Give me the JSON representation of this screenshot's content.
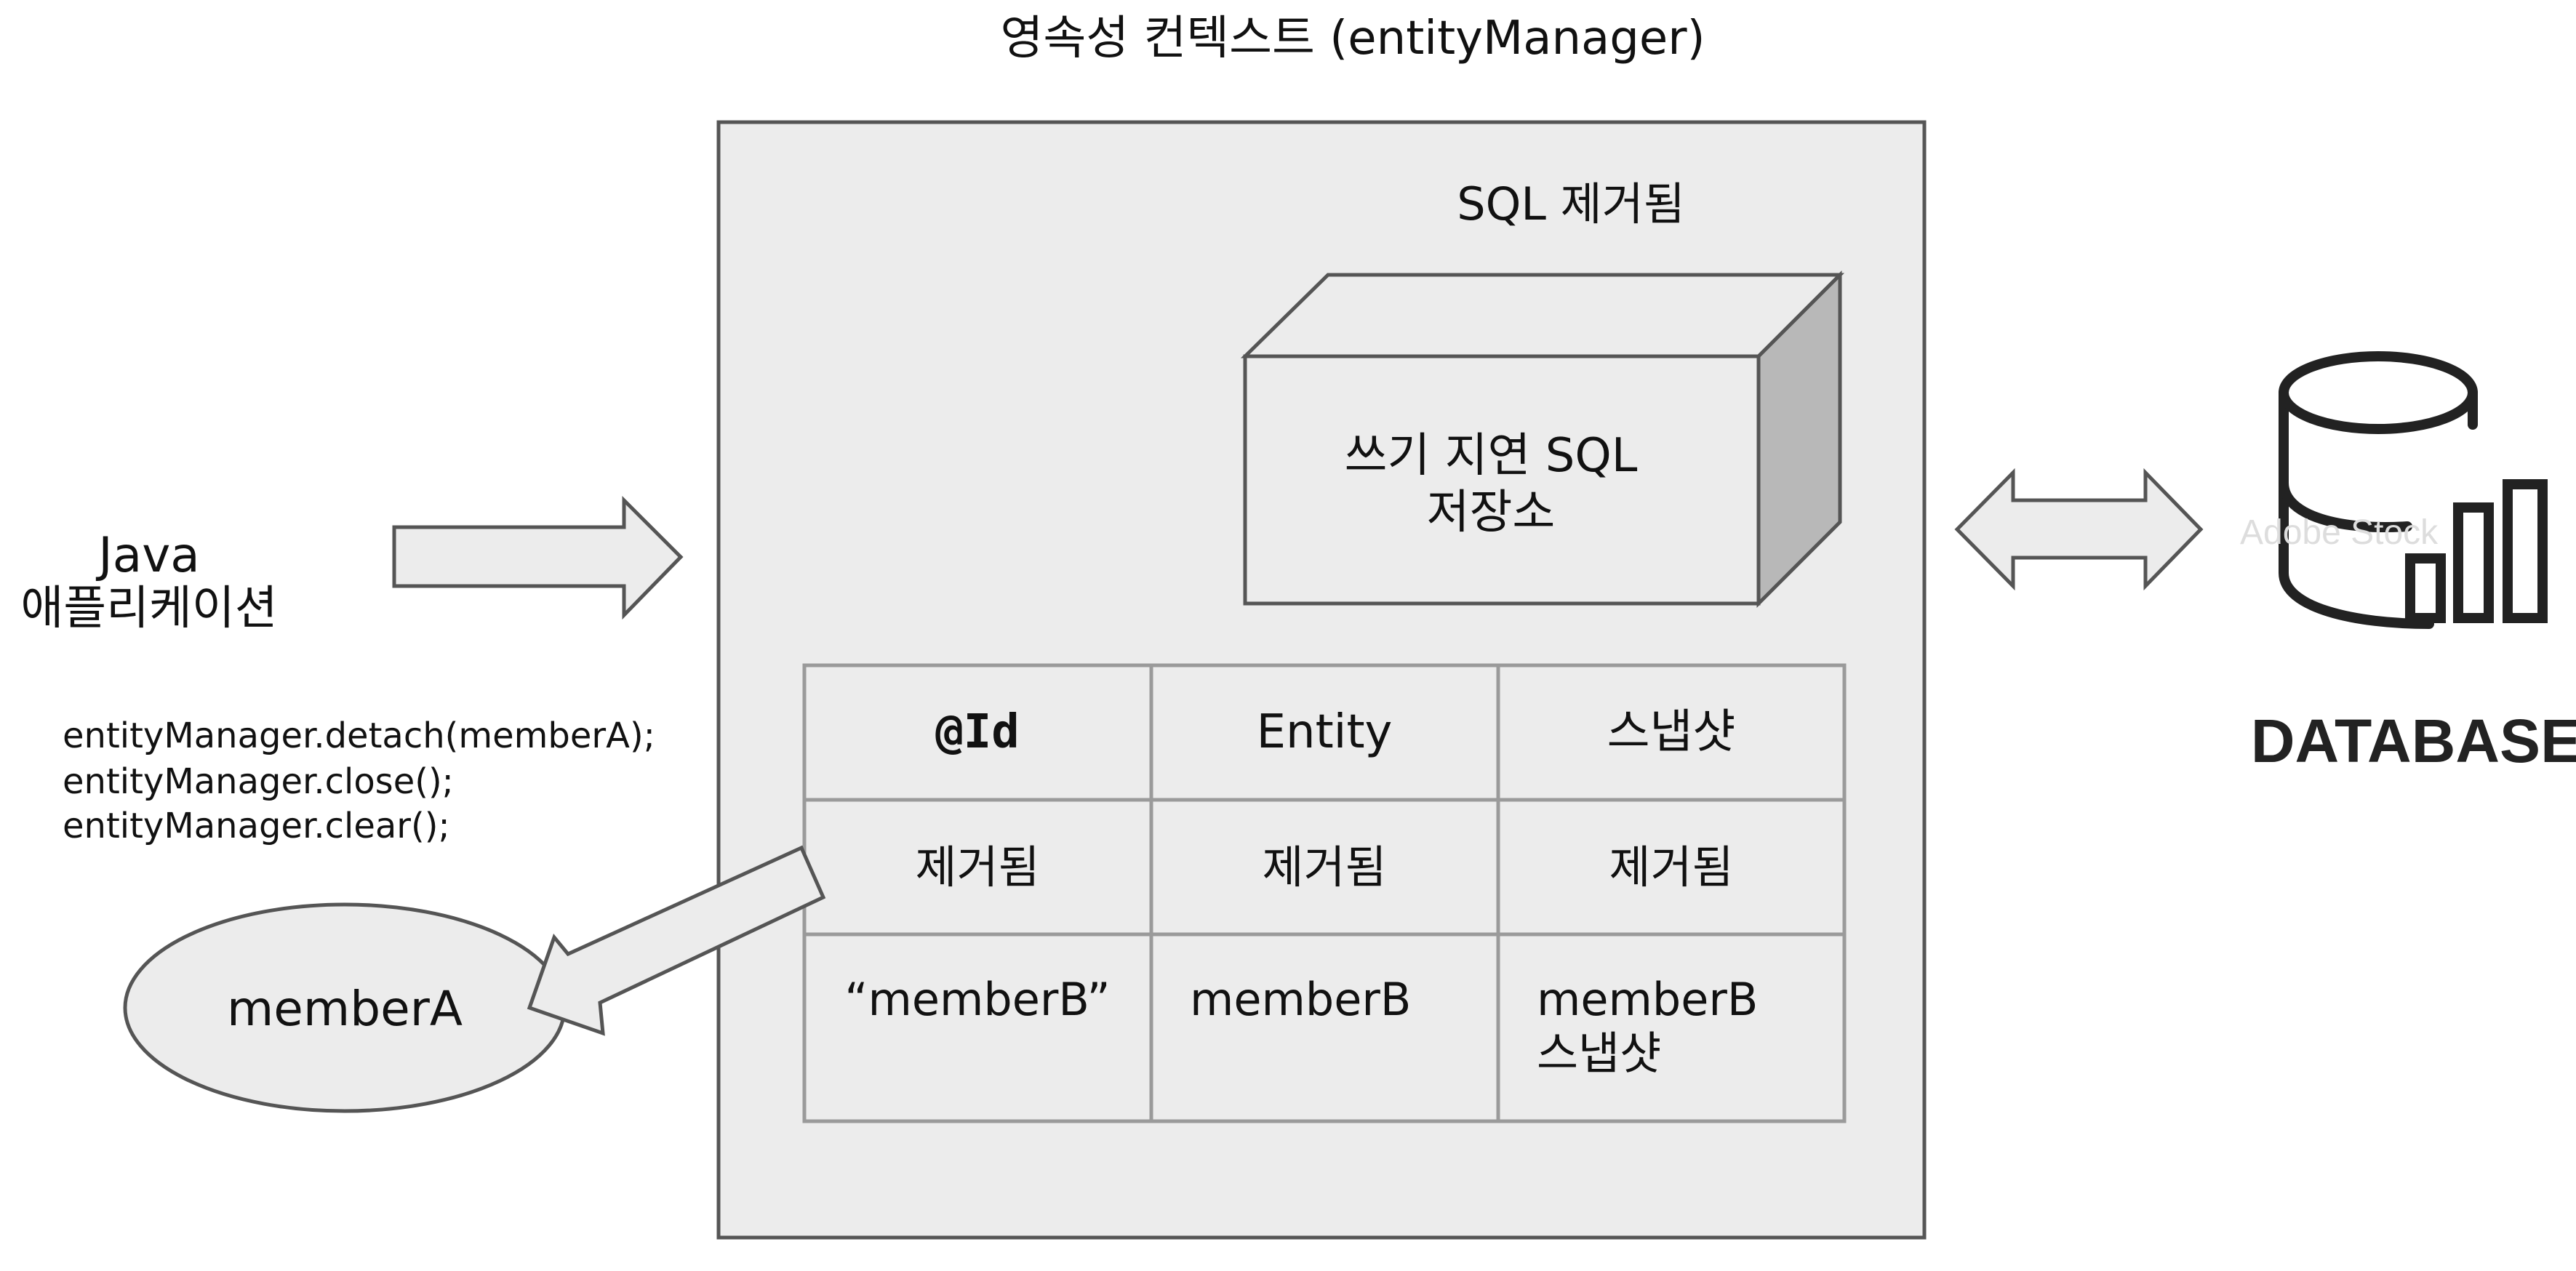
{
  "title": "영속성 컨텍스트 (entityManager)",
  "sql_removed_label": "SQL 제거됨",
  "write_behind_store": {
    "line1": "쓰기 지연 SQL",
    "line2": "저장소"
  },
  "java_app": {
    "line1": "Java",
    "line2": "애플리케이션"
  },
  "code_lines": [
    "entityManager.detach(memberA);",
    "entityManager.close();",
    "entityManager.clear();"
  ],
  "detached_entity": "memberA",
  "table": {
    "headers": [
      "@Id",
      "Entity",
      "스냅샷"
    ],
    "removed_row": [
      "제거됨",
      "제거됨",
      "제거됨"
    ],
    "member_row": {
      "id": "“memberB”",
      "entity": "memberB",
      "snapshot_line1": "memberB",
      "snapshot_line2": "스냅샷"
    }
  },
  "database": {
    "label": "DATABASE",
    "watermark": "Adobe Stock"
  },
  "icons": {
    "database": "database-icon",
    "arrow_in": "right-arrow-icon",
    "arrow_sync": "double-arrow-icon",
    "arrow_detach": "detach-arrow-icon"
  },
  "colors": {
    "panel": "#ececec",
    "box_side": "#b8b8b8",
    "grid_line": "#9a9a9a",
    "border": "#555555"
  }
}
